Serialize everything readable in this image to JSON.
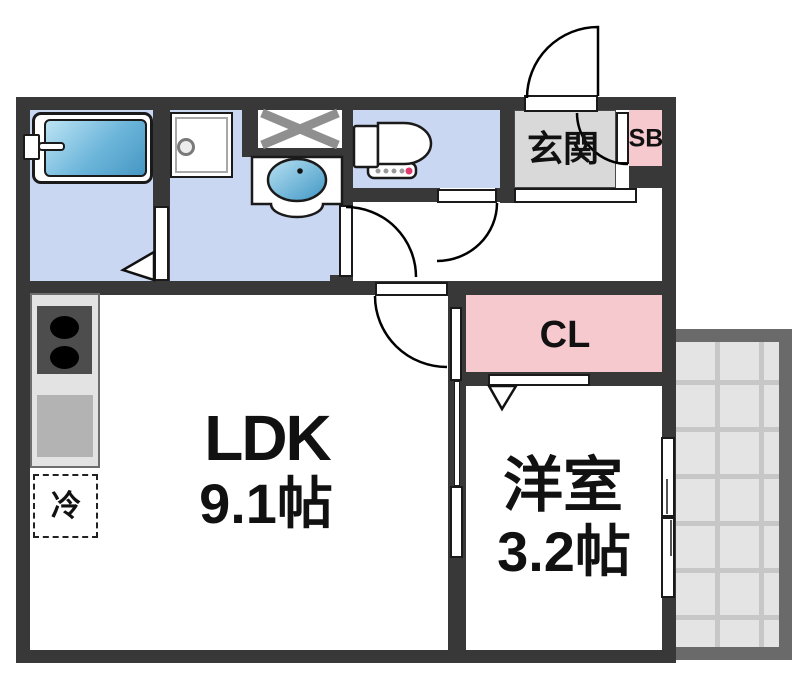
{
  "floorplan": {
    "rooms": {
      "ldk": {
        "label": "LDK",
        "size": "9.1帖"
      },
      "western_room": {
        "label": "洋室",
        "size": "3.2帖"
      },
      "closet": {
        "label": "CL"
      },
      "entrance": {
        "label": "玄関"
      },
      "shoe_box": {
        "label": "SB"
      },
      "refrigerator": {
        "label": "冷"
      }
    },
    "fixtures": [
      "bathtub",
      "bath-folding-door",
      "washing-machine-pan",
      "pipe-space-x",
      "vanity-sink",
      "toilet",
      "entrance-door",
      "hall-doors",
      "closet-folding-door",
      "sliding-door",
      "window",
      "kitchen-stove",
      "kitchen-sink",
      "refrigerator-space",
      "balcony"
    ],
    "colors": {
      "wall": "#383838",
      "wet_floor": "#c9d7f3",
      "entrance_floor": "#d9d9d9",
      "accent_pink": "#f5c9ce",
      "tub_blue": "#4d9fca",
      "balcony_fill": "#e4e4e4",
      "balcony_border": "#6a6a6a",
      "toilet_led_red": "#e03a6e"
    }
  }
}
